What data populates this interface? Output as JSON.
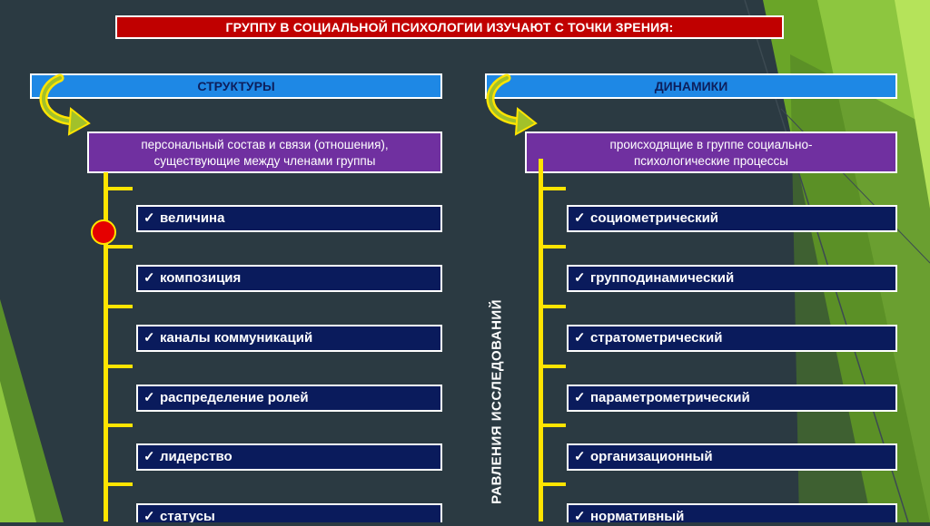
{
  "title": "ГРУППУ В СОЦИАЛЬНОЙ ПСИХОЛОГИИ ИЗУЧАЮТ С ТОЧКИ ЗРЕНИЯ:",
  "left": {
    "header": "СТРУКТУРЫ",
    "description_line1": "персональный состав и связи (отношения),",
    "description_line2": "существующие между членами группы",
    "items": [
      "величина",
      "композиция",
      "каналы коммуникаций",
      "распределение ролей",
      "лидерство",
      "статусы"
    ]
  },
  "right": {
    "header": "ДИНАМИКИ",
    "description_line1": "происходящие в группе социально-",
    "description_line2": "психологические процессы",
    "items": [
      "социометрический",
      "групподинамический",
      "стратометрический",
      "параметрометрический",
      "организационный",
      "нормативный"
    ]
  },
  "vertical_label": "РАВЛЕНИЯ ИССЛЕДОВАНИЙ",
  "check_mark": "✓",
  "colors": {
    "title_bg": "#c00000",
    "header_bg": "#1e88e5",
    "description_bg": "#7030a0",
    "item_bg": "#0a1b5c",
    "connector": "#ffe400",
    "background": "#2b3a42",
    "accent_green": "#8dc63f"
  }
}
